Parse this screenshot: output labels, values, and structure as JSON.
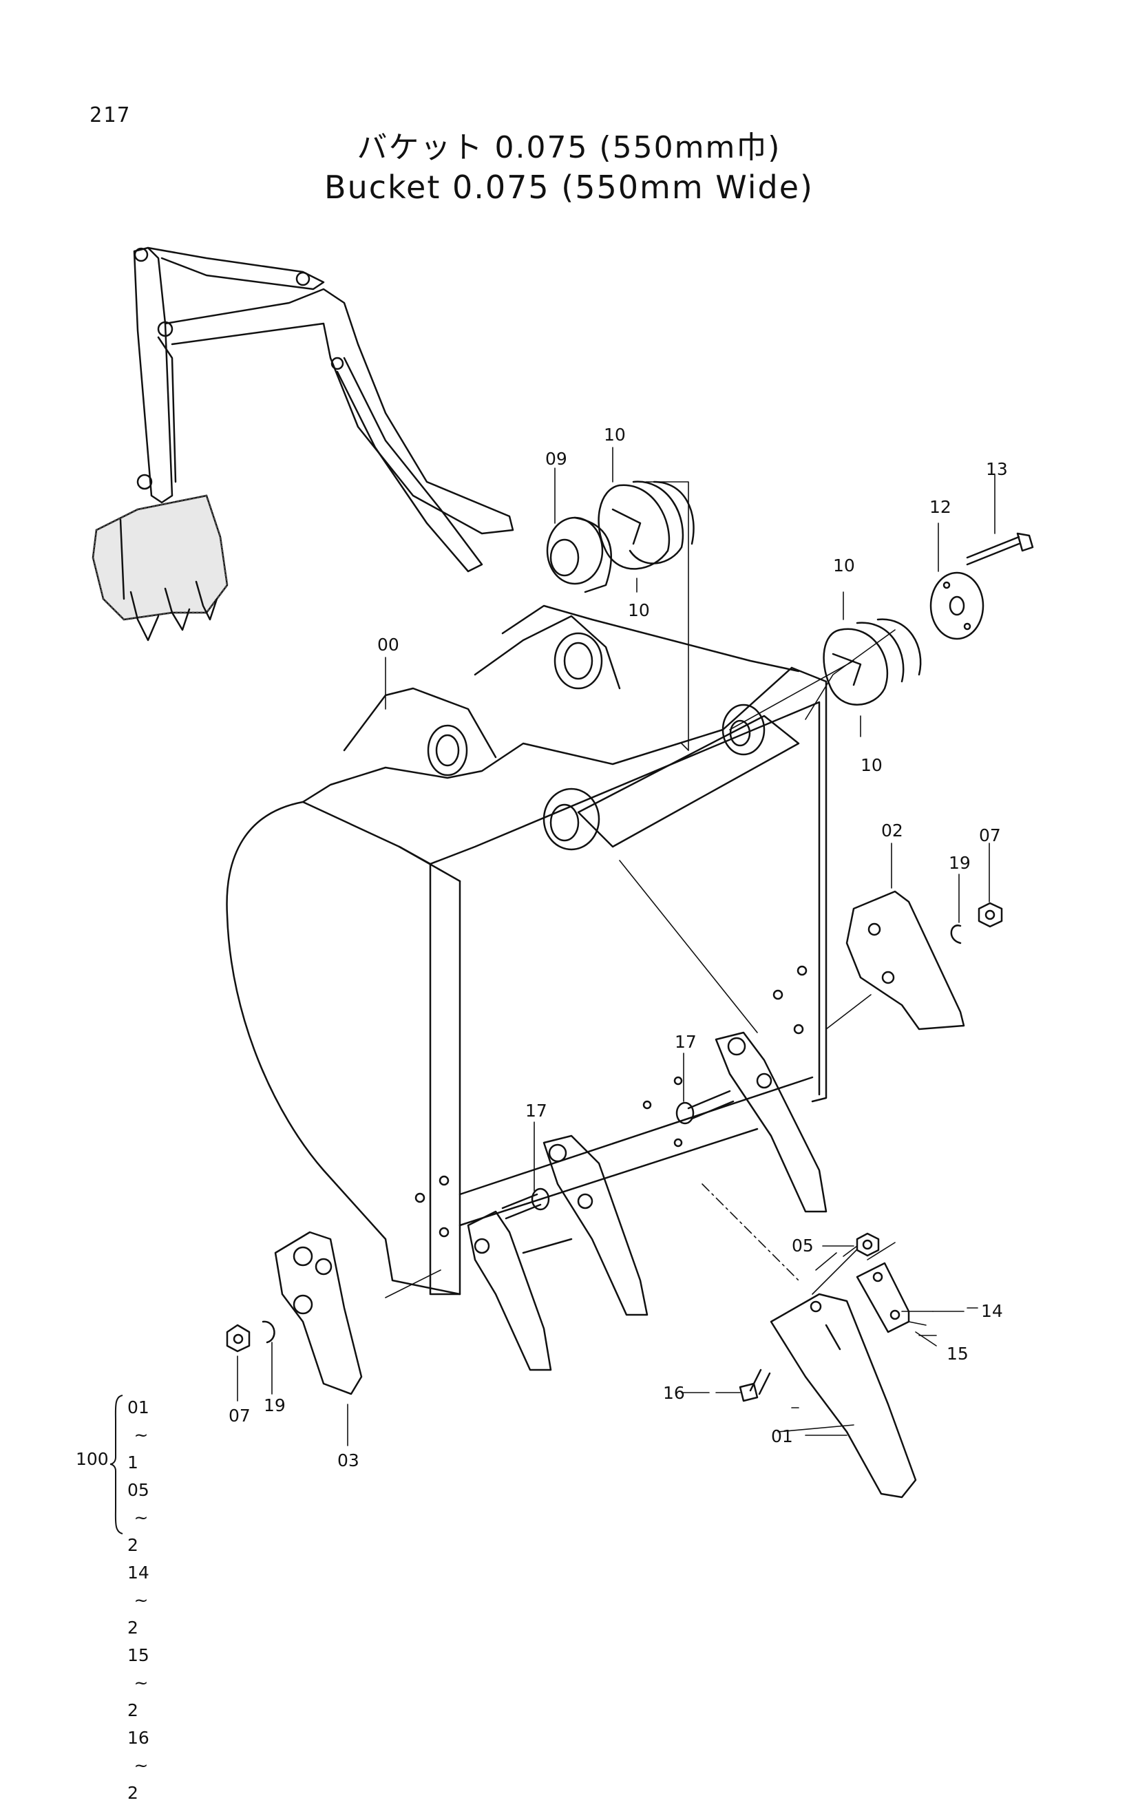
{
  "page_number": "217",
  "title_jp": "バケット 0.075 (550mm巾)",
  "title_en": "Bucket 0.075 (550mm Wide)",
  "part_labels": {
    "p00": "00",
    "p01": "01",
    "p02": "02",
    "p03": "03",
    "p05": "05",
    "p07": "07",
    "p09": "09",
    "p10": "10",
    "p12": "12",
    "p13": "13",
    "p14": "14",
    "p15": "15",
    "p16": "16",
    "p17": "17",
    "p19": "19"
  },
  "kit": {
    "id": "100",
    "separator": "~",
    "items": [
      {
        "part": "01",
        "qty": "1"
      },
      {
        "part": "05",
        "qty": "2"
      },
      {
        "part": "14",
        "qty": "2"
      },
      {
        "part": "15",
        "qty": "2"
      },
      {
        "part": "16",
        "qty": "2"
      }
    ]
  }
}
